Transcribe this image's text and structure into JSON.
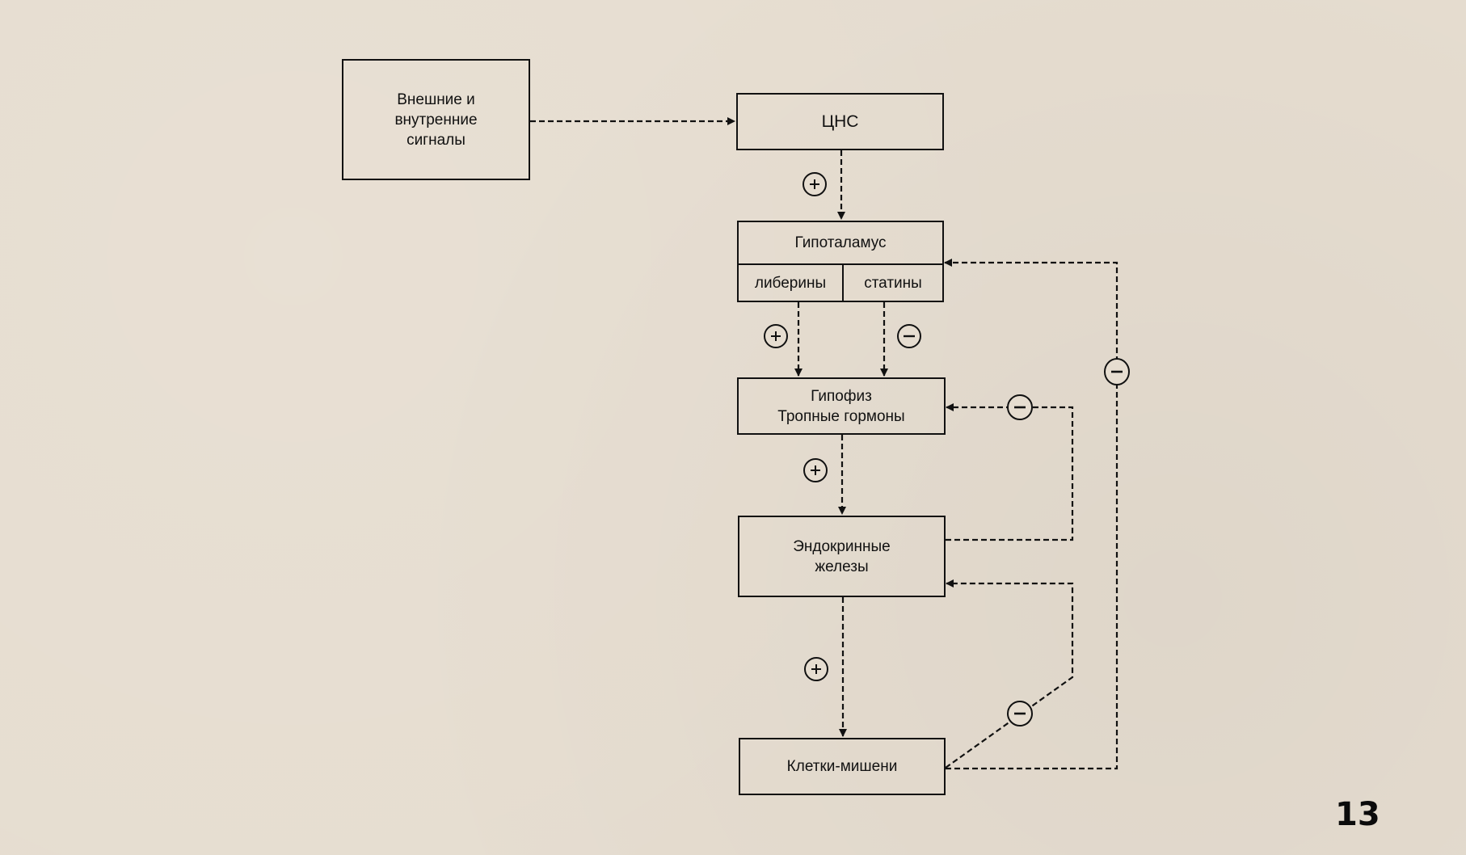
{
  "diagram": {
    "title": "Регуляция эндокринной системы",
    "nodes": {
      "signals": "Внешние и\nвнутренние\nсигналы",
      "cns": "ЦНС",
      "hypothalamus": "Гипоталамус",
      "liberins": "либерины",
      "statins": "статины",
      "pituitary": "Гипофиз\nТропные гормоны",
      "endocrine": "Эндокринные\nжелезы",
      "target": "Клетки-мишени"
    },
    "edges": [
      {
        "from": "signals",
        "to": "cns",
        "sign": ""
      },
      {
        "from": "cns",
        "to": "hypothalamus",
        "sign": "+"
      },
      {
        "from": "liberins",
        "to": "pituitary",
        "sign": "+"
      },
      {
        "from": "statins",
        "to": "pituitary",
        "sign": "−"
      },
      {
        "from": "pituitary",
        "to": "endocrine",
        "sign": "+"
      },
      {
        "from": "endocrine",
        "to": "target",
        "sign": "+"
      },
      {
        "from": "endocrine",
        "to": "pituitary",
        "sign": "−"
      },
      {
        "from": "target",
        "to": "endocrine",
        "sign": "−"
      },
      {
        "from": "target",
        "to": "hypothalamus",
        "sign": "−"
      }
    ],
    "line_color": "#111111",
    "background_color": "#e6ddd0"
  },
  "page_number": "13"
}
